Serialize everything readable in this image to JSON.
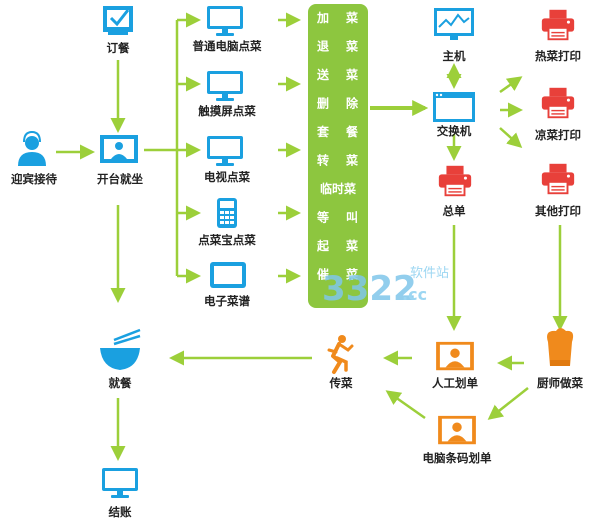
{
  "colors": {
    "blue": "#1aa0e0",
    "red": "#e8403a",
    "orange": "#f08a1c",
    "green_arrow": "#9ccf3a",
    "panel": "#8dc63f"
  },
  "nodes": {
    "reception": "迎宾接待",
    "seating": "开台就坐",
    "order": "订餐",
    "pc_order": "普通电脑点菜",
    "touch_order": "触摸屏点菜",
    "tv_order": "电视点菜",
    "pda_order": "点菜宝点菜",
    "e_menu": "电子菜谱",
    "host": "主机",
    "switch": "交换机",
    "summary": "总单",
    "hot_print": "热菜打印",
    "cold_print": "凉菜打印",
    "other_print": "其他打印",
    "chef": "厨师做菜",
    "manual_mark": "人工划单",
    "barcode_mark": "电脑条码划单",
    "serve": "传菜",
    "dining": "就餐",
    "checkout": "结账"
  },
  "operations": [
    [
      "加",
      "菜"
    ],
    [
      "退",
      "菜"
    ],
    [
      "送",
      "菜"
    ],
    [
      "删",
      "除"
    ],
    [
      "套",
      "餐"
    ],
    [
      "转",
      "菜"
    ],
    [
      "临时菜"
    ],
    [
      "等",
      "叫"
    ],
    [
      "起",
      "菜"
    ],
    [
      "催",
      "菜"
    ]
  ],
  "watermark": {
    "number": "3322",
    "suffix": ".cc",
    "site": "软件站"
  },
  "icons": {
    "reception": "person-headset-icon",
    "seating": "monitor-user-icon",
    "order": "checkbox-monitor-icon",
    "pc_order": "monitor-icon",
    "touch_order": "monitor-icon",
    "tv_order": "monitor-icon",
    "pda_order": "calculator-icon",
    "e_menu": "tablet-icon",
    "host": "monitor-chart-icon",
    "switch": "window-icon",
    "printer": "printer-icon",
    "chef": "chef-hat-icon",
    "mark": "monitor-person-icon",
    "serve": "runner-icon",
    "dining": "bowl-chopsticks-icon",
    "checkout": "monitor-icon"
  }
}
